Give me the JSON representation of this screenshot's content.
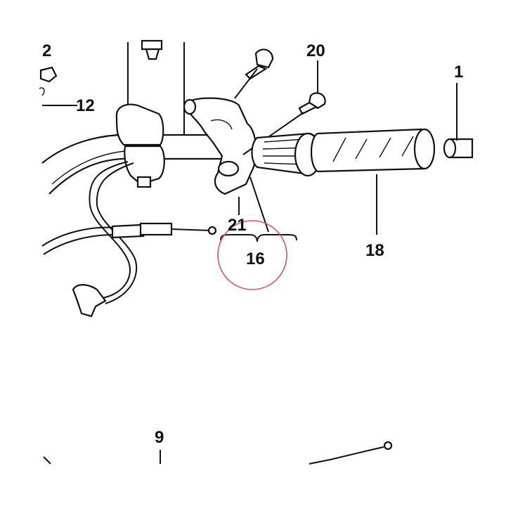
{
  "diagram": {
    "labels": {
      "l1": "1",
      "l2": "2",
      "l9": "9",
      "l12": "12",
      "l16": "16",
      "l18": "18",
      "l20": "20",
      "l21": "21"
    },
    "highlight_color": "#d9536a",
    "line_color": "#111111"
  }
}
